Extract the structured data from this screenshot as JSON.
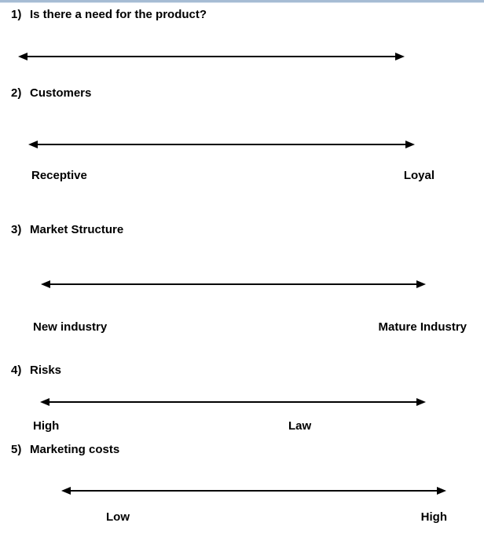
{
  "page": {
    "background": "#ffffff",
    "top_border_color": "#a6bcd4",
    "line_color": "#000000",
    "marker_color_dark": "#0e0e0e",
    "marker_color_light": "#525252"
  },
  "items": [
    {
      "number": "1)",
      "title": "Is there a need for the product?",
      "left_label": "",
      "center_label": "",
      "right_label": "",
      "marker": {
        "direction": "left",
        "percent": 7.7
      }
    },
    {
      "number": "2)",
      "title": "Customers",
      "left_label": "Receptive",
      "center_label": "",
      "right_label": "Loyal",
      "marker": {
        "direction": "right",
        "percent": 88.8
      }
    },
    {
      "number": "3)",
      "title": "Market Structure",
      "left_label": "New industry",
      "center_label": "",
      "right_label": "Mature Industry",
      "marker": {
        "direction": "right",
        "percent": 84.5
      }
    },
    {
      "number": "4)",
      "title": "Risks",
      "left_label": "High",
      "center_label": "Law",
      "right_label": "",
      "marker": {
        "direction": "left",
        "percent": 11.2
      }
    },
    {
      "number": "5)",
      "title": "Marketing costs",
      "left_label": "Low",
      "center_label": "",
      "right_label": "High",
      "marker": {
        "direction": "left",
        "percent": 12.9
      }
    }
  ]
}
